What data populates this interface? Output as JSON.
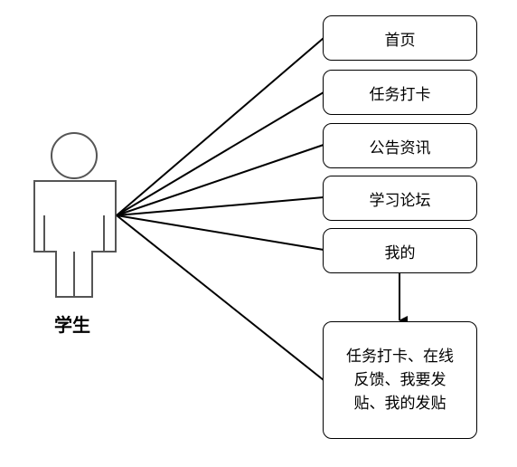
{
  "actor": {
    "label": "学生"
  },
  "nodes": [
    {
      "id": "home",
      "label": "首页"
    },
    {
      "id": "checkin",
      "label": "任务打卡"
    },
    {
      "id": "notice",
      "label": "公告资讯"
    },
    {
      "id": "forum",
      "label": "学习论坛"
    },
    {
      "id": "mine",
      "label": "我的"
    }
  ],
  "detail_box": {
    "lines": [
      "任务打卡、在线",
      "反馈、我要发",
      "贴、我的发贴"
    ]
  },
  "colors": {
    "stroke": "#000000",
    "actor_stroke": "#555555",
    "background": "#ffffff"
  }
}
